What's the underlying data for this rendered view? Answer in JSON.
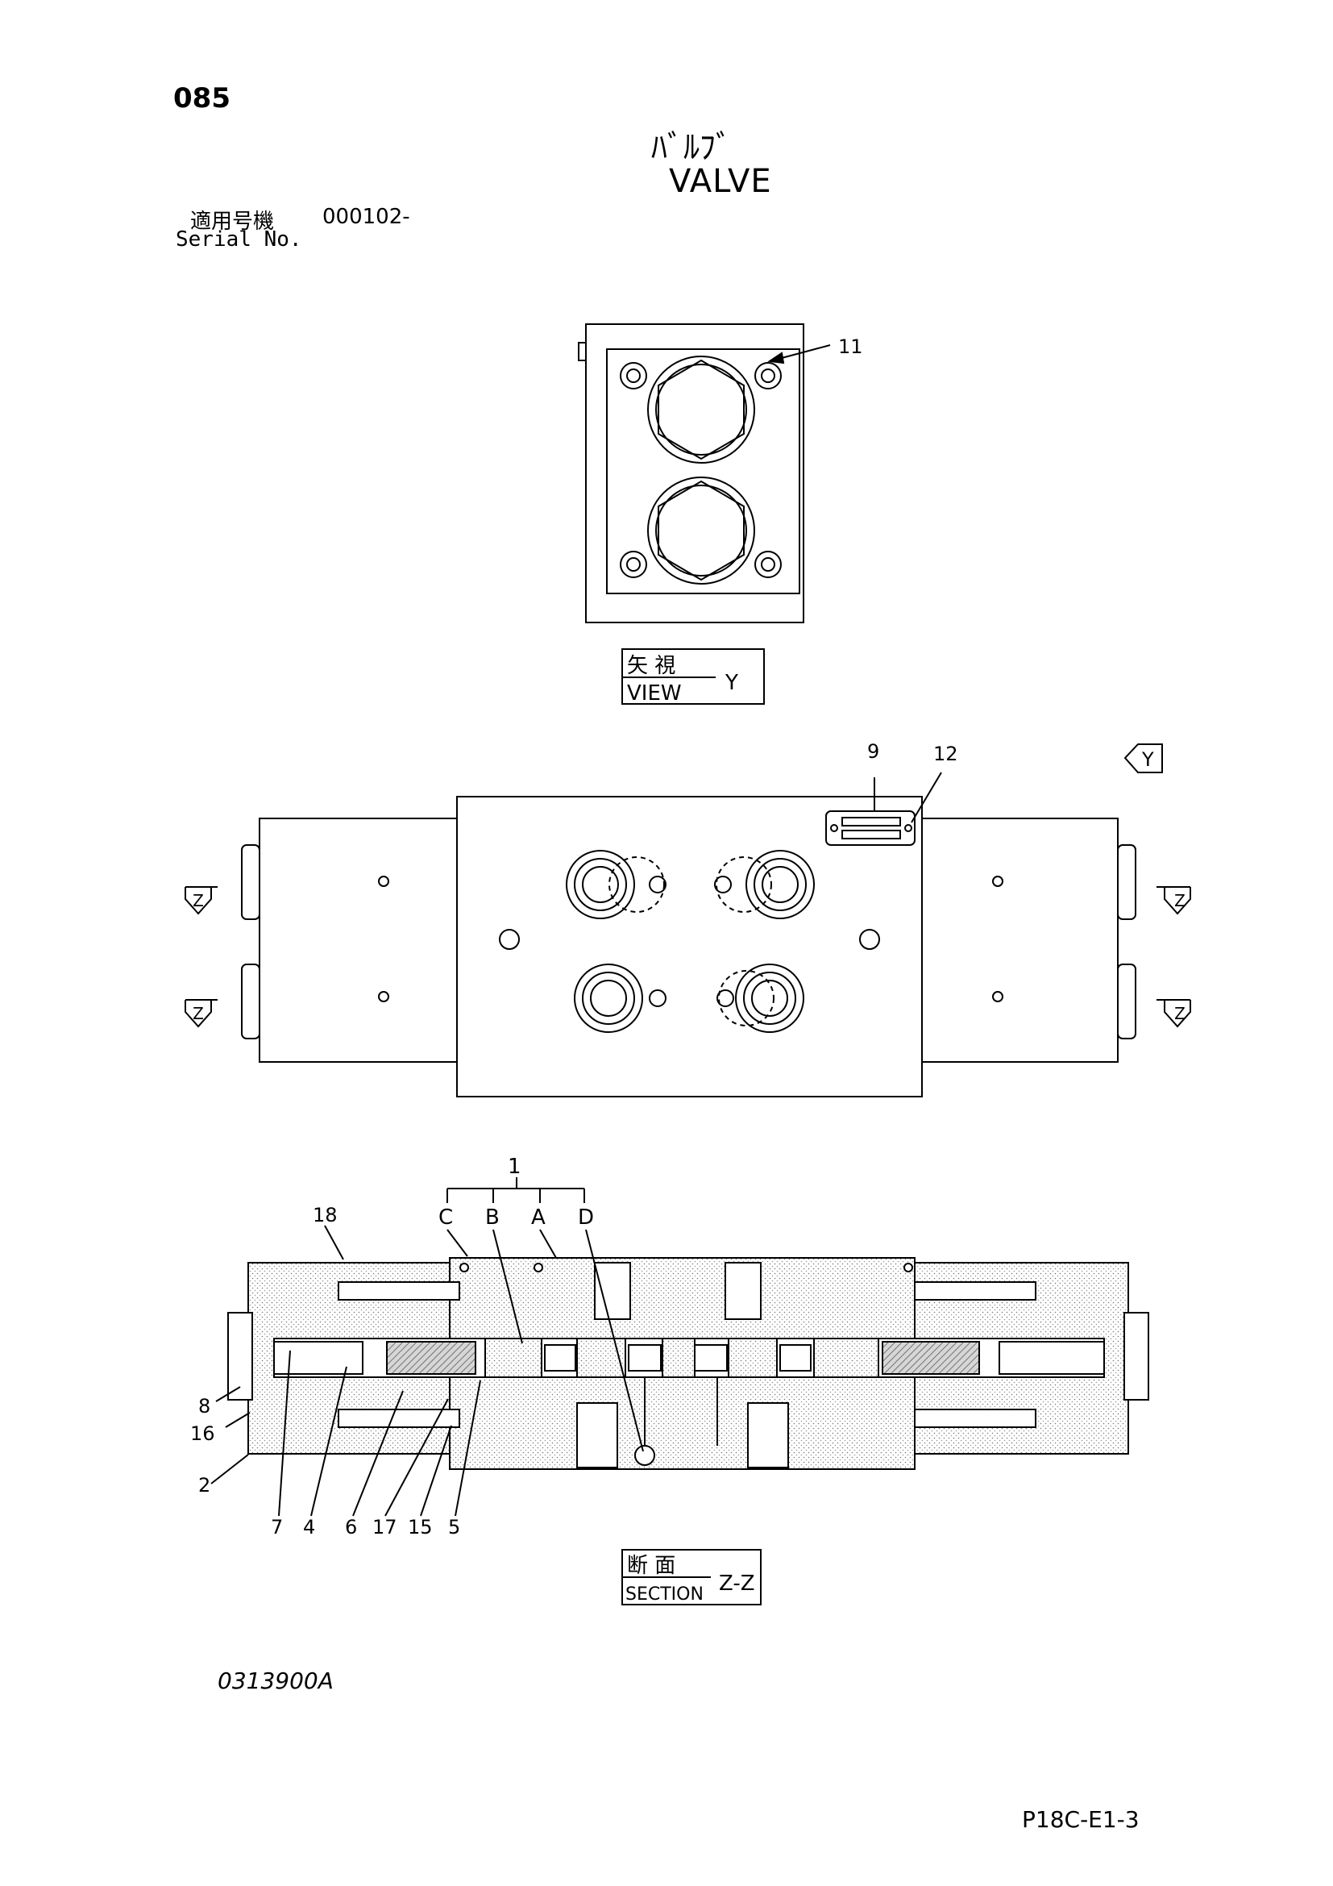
{
  "header": {
    "page_number": "085",
    "title_jp": "ﾊﾞﾙﾌﾞ",
    "title_en": "VALVE",
    "serial_label_jp": "適用号機",
    "serial_value": "000102-",
    "serial_label_en": "Serial No."
  },
  "views": {
    "view_y": {
      "label_jp": "矢 視",
      "label_en": "VIEW",
      "letter": "Y"
    },
    "view_arrow_y": "Y",
    "section_marker": "Z",
    "section": {
      "label_jp": "断 面",
      "label_en": "SECTION",
      "letter": "Z-Z"
    }
  },
  "callouts": {
    "c1": "1",
    "c2": "2",
    "c4": "4",
    "c5": "5",
    "c6": "6",
    "c7": "7",
    "c8": "8",
    "c9": "9",
    "c11": "11",
    "c12": "12",
    "c15": "15",
    "c16": "16",
    "c17": "17",
    "c18": "18",
    "cA": "A",
    "cB": "B",
    "cC": "C",
    "cD": "D"
  },
  "footer": {
    "drawing_number": "0313900A",
    "page_code": "P18C-E1-3"
  }
}
